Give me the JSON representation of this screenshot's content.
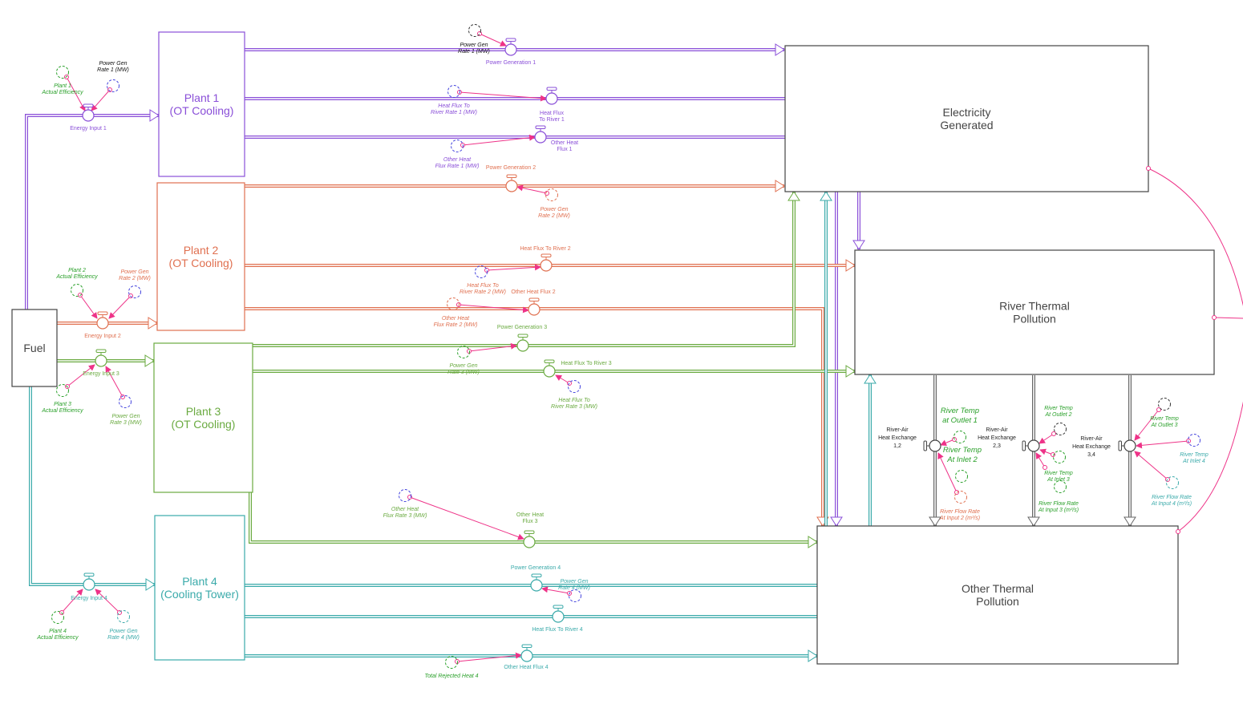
{
  "colors": {
    "plant1": "#8a4fd8",
    "plant2": "#e07050",
    "plant3": "#6aaa40",
    "plant4": "#3aaaaa",
    "stock_border": "#444444",
    "connector": "#ee3388",
    "green_var": "#2aa02a",
    "blue_var": "#4444dd",
    "black_var": "#333333"
  },
  "stocks": {
    "fuel": "Fuel",
    "plant1": [
      "Plant 1",
      "(OT Cooling)"
    ],
    "plant2": [
      "Plant 2",
      "(OT Cooling)"
    ],
    "plant3": [
      "Plant 3",
      "(OT Cooling)"
    ],
    "plant4": [
      "Plant 4",
      "(Cooling Tower)"
    ],
    "electricity": [
      "Electricity",
      "Generated"
    ],
    "river": [
      "River Thermal",
      "Pollution"
    ],
    "other": [
      "Other Thermal",
      "Pollution"
    ]
  },
  "flows": {
    "energy_input_1": "Energy Input 1",
    "energy_input_2": "Energy Input 2",
    "energy_input_3": "Energy Input 3",
    "energy_input_4": "Energy Input 4",
    "power_gen_1": "Power Generation 1",
    "power_gen_2": "Power Generation 2",
    "power_gen_3": "Power Generation 3",
    "power_gen_4": "Power Generation 4",
    "heat_river_1": [
      "Heat Flux",
      "To River 1"
    ],
    "heat_river_2": "Heat Flux To River 2",
    "heat_river_3": "Heat Flux To River 3",
    "heat_river_4": "Heat Flux To River 4",
    "other_heat_1": [
      "Other Heat",
      "Flux 1"
    ],
    "other_heat_2": "Other Heat Flux 2",
    "other_heat_3": [
      "Other Heat",
      "Flux 3"
    ],
    "other_heat_4": "Other Heat Flux 4",
    "exchange_12": [
      "River-Air",
      "Heat Exchange",
      "1,2"
    ],
    "exchange_23": [
      "River-Air",
      "Heat Exchange",
      "2,3"
    ],
    "exchange_34": [
      "River-Air",
      "Heat Exchange",
      "3,4"
    ]
  },
  "variables": {
    "p1_eff": [
      "Plant 1",
      "Actual Efficiency"
    ],
    "p1_pgr_top": [
      "Power Gen",
      "Rate 1 (MW)"
    ],
    "p1_pgr": [
      "Power Gen",
      "Rate 1 (MW)"
    ],
    "p1_hfr": [
      "Heat Flux To",
      "River Rate 1 (MW)"
    ],
    "p1_ohf": [
      "Other Heat",
      "Flux Rate 1 (MW)"
    ],
    "p2_eff": [
      "Plant 2",
      "Actual Efficiency"
    ],
    "p2_pgr_left": [
      "Power Gen",
      "Rate 2 (MW)"
    ],
    "p2_pgr": [
      "Power Gen",
      "Rate 2 (MW)"
    ],
    "p2_hfr": [
      "Heat Flux To",
      "River Rate 2 (MW)"
    ],
    "p2_ohf": [
      "Other Heat",
      "Flux Rate 2 (MW)"
    ],
    "p3_eff": [
      "Plant 3",
      "Actual Efficiency"
    ],
    "p3_pgr_left": [
      "Power Gen",
      "Rate 3 (MW)"
    ],
    "p3_pgr": [
      "Power Gen",
      "Rate 3 (MW)"
    ],
    "p3_hfr": [
      "Heat Flux To",
      "River Rate 3 (MW)"
    ],
    "p3_ohf": [
      "Other Heat",
      "Flux Rate 3 (MW)"
    ],
    "p4_eff": [
      "Plant 4",
      "Actual Efficiency"
    ],
    "p4_pgr_left": [
      "Power Gen",
      "Rate 4 (MW)"
    ],
    "p4_pgr": [
      "Power Gen",
      "Rate 4 (MW)"
    ],
    "p4_trh": "Total Rejected Heat 4",
    "rt_out1": [
      "River Temp",
      "at Outlet 1"
    ],
    "rt_in2": [
      "River Temp",
      "At Inlet 2"
    ],
    "rfr2": [
      "River Flow Rate",
      "At Input 2 (m³/s)"
    ],
    "rt_out2": [
      "River Temp",
      "At Outlet 2"
    ],
    "rt_in3": [
      "River Temp",
      "At Inlet 3"
    ],
    "rfr3": [
      "River Flow Rate",
      "At Input 3 (m³/s)"
    ],
    "rt_out3": [
      "River Temp",
      "At Outlet 3"
    ],
    "rt_in4": [
      "River Temp",
      "At Inlet 4"
    ],
    "rfr4": [
      "River Flow Rate",
      "At Input 4 (m³/s)"
    ]
  }
}
